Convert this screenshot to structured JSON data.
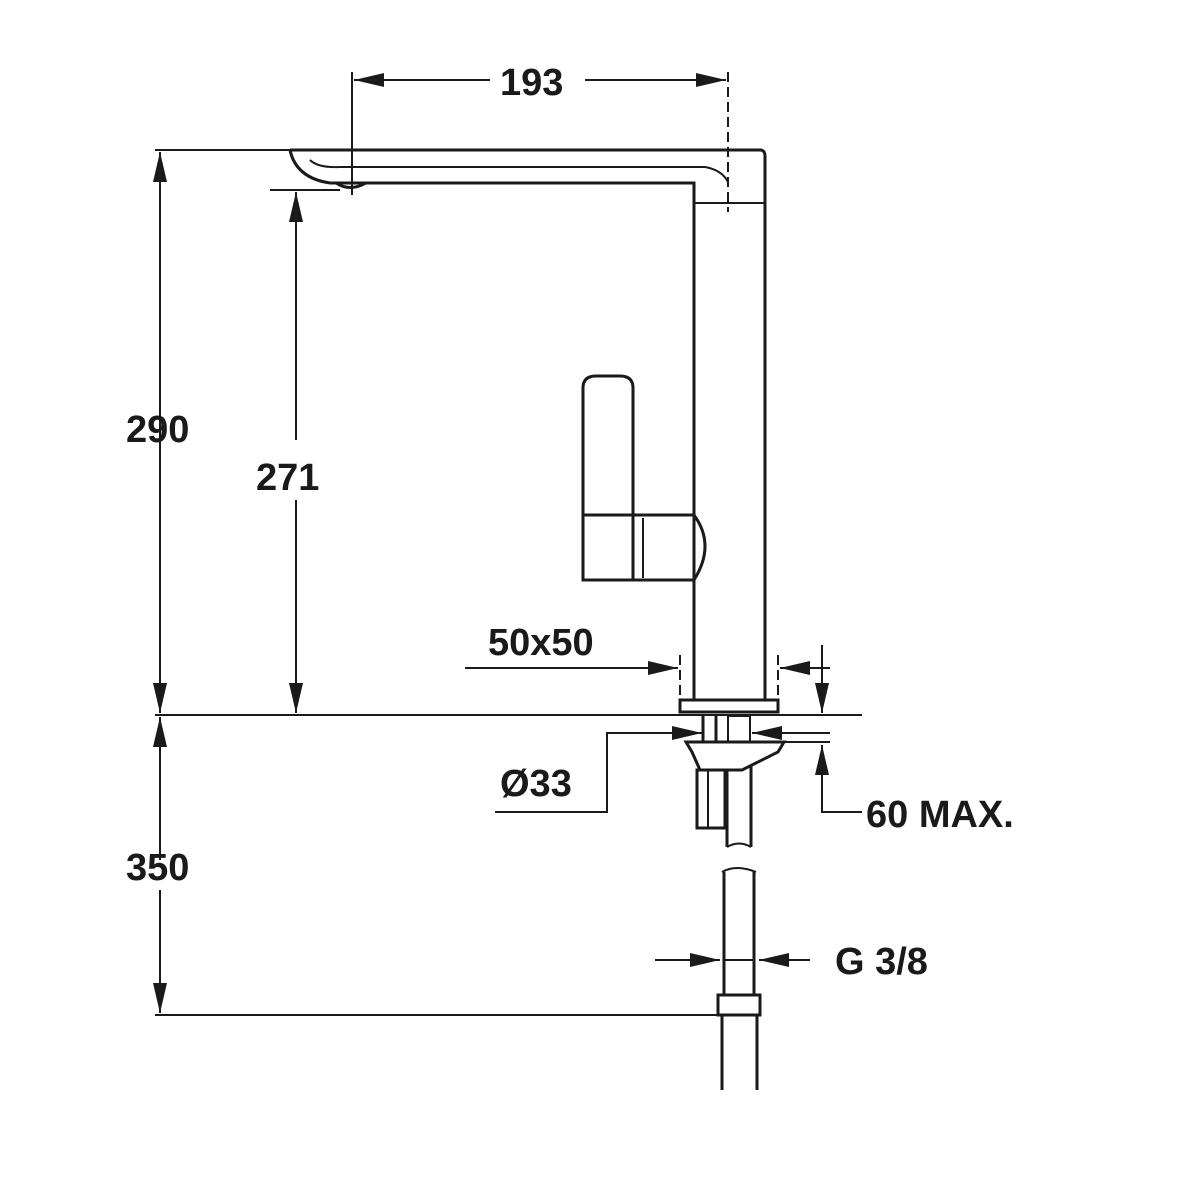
{
  "title": "Kitchen faucet dimension drawing",
  "dimensions": {
    "spout_reach": "193",
    "total_height": "290",
    "spout_height": "271",
    "base_size": "50x50",
    "hole_diameter": "Ø33",
    "countertop_thickness": "60 MAX.",
    "hose_length": "350",
    "connection_thread": "G 3/8"
  },
  "colors": {
    "line": "#1a1a1a",
    "background": "#ffffff"
  }
}
